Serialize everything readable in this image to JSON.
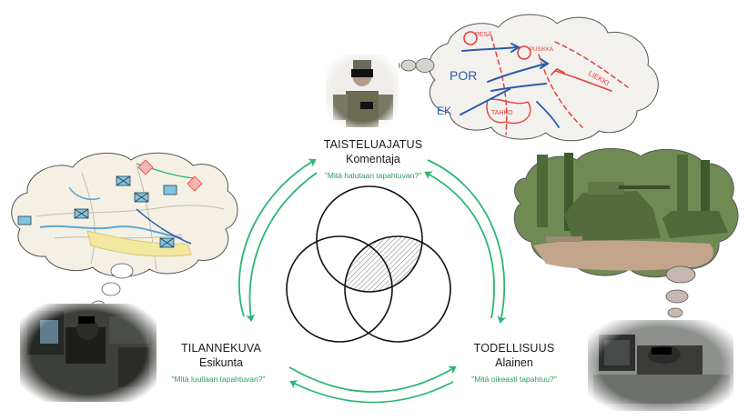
{
  "nodes": {
    "top": {
      "title": "TAISTELUAJATUS",
      "subtitle": "Komentaja",
      "question": "\"Mitä halutaan tapahtuvan?\""
    },
    "left": {
      "title": "TILANNEKUVA",
      "subtitle": "Esikunta",
      "question": "\"Mitä luullaan tapahtuvan?\""
    },
    "right": {
      "title": "TODELLISUUS",
      "subtitle": "Alainen",
      "question": "\"Mitä oikeasti tapahtuu?\""
    }
  },
  "whiteboard_sketch_labels": [
    "PESÄ",
    "PUSIKKA",
    "POR",
    "LIEKKI",
    "TAHKO",
    "EK"
  ],
  "colors": {
    "arrow": "#2bb673",
    "question_text": "#2a9a5a",
    "sketch_red": "#e0443b",
    "sketch_blue": "#2a5caa",
    "cloud_fill": "#d7d3cf",
    "map_unit": "#7fc6dc"
  },
  "icons": [
    "officer-photo",
    "staff-photo",
    "soldier-photo",
    "armored-vehicle-photo",
    "map-cloud",
    "whiteboard-cloud"
  ]
}
